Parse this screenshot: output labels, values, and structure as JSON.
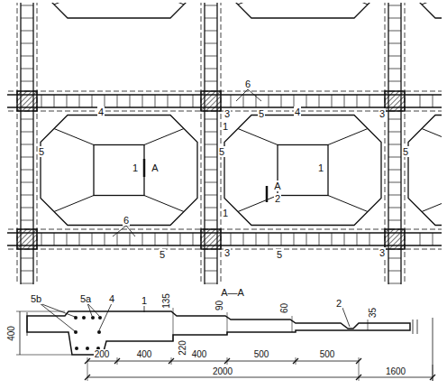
{
  "diagram": {
    "labels": [
      "6",
      "4",
      "3",
      "5",
      "4",
      "3",
      "1",
      "A",
      "A",
      "2",
      "1",
      "1",
      "5",
      "5",
      "1",
      "5",
      "6",
      "5",
      "3",
      "5",
      "3",
      "A—A",
      "5b",
      "5a",
      "4",
      "1",
      "2",
      "400",
      "200",
      "400",
      "400",
      "500",
      "500",
      "2000",
      "1600",
      "135",
      "90",
      "220",
      "60",
      "35"
    ]
  }
}
